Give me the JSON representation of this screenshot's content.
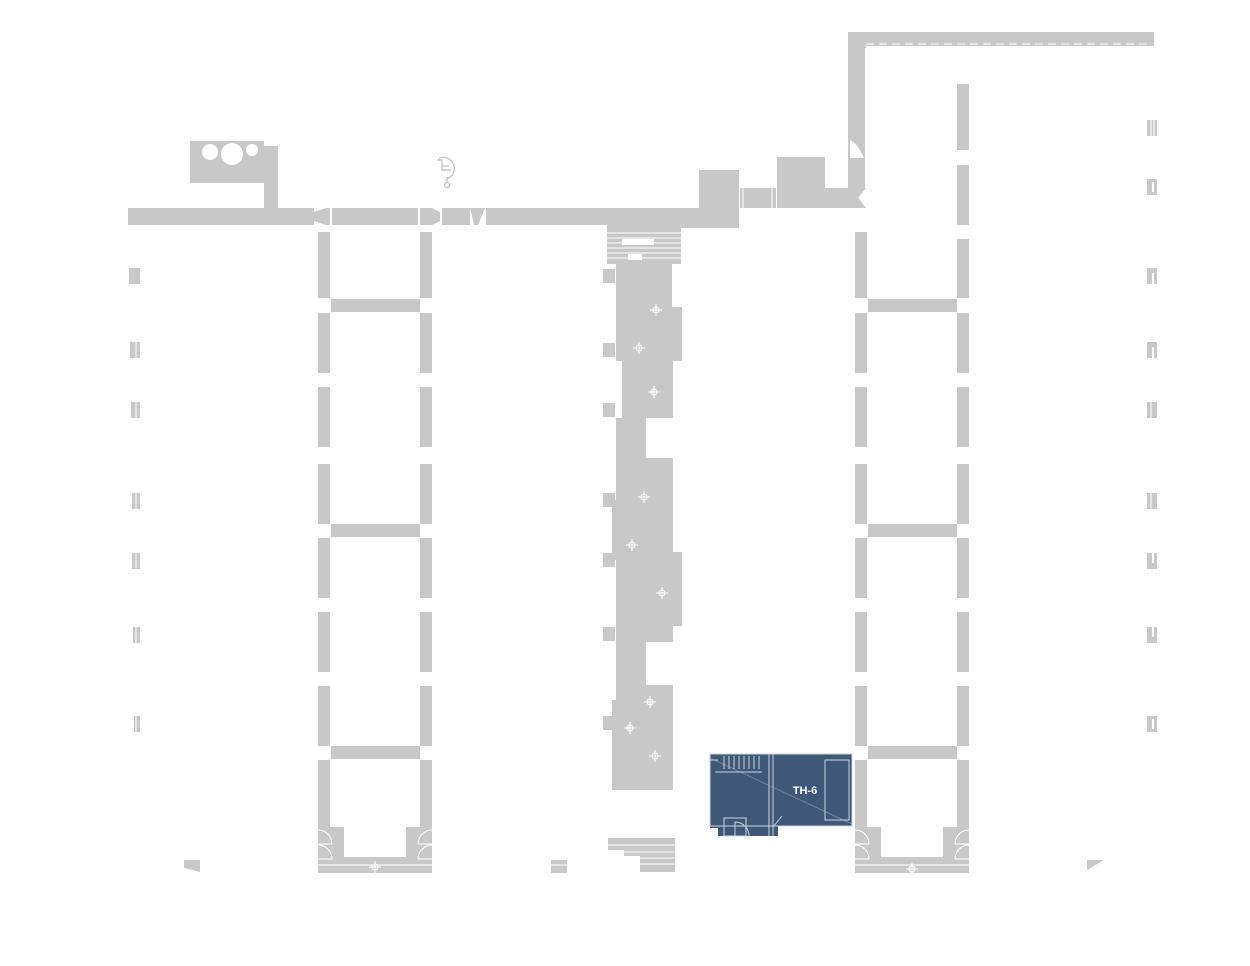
{
  "plan": {
    "type": "architectural floor plan",
    "wall_color": "#c8c8c8",
    "background": "#ffffff",
    "highlight_color": "#3f5878"
  },
  "units": [
    {
      "id": "TH-6",
      "label": "TH-6",
      "status": "highlighted"
    }
  ],
  "icons": {
    "accessibility": "wheelchair-icon",
    "light_fixture": "light-fixture-icon"
  }
}
